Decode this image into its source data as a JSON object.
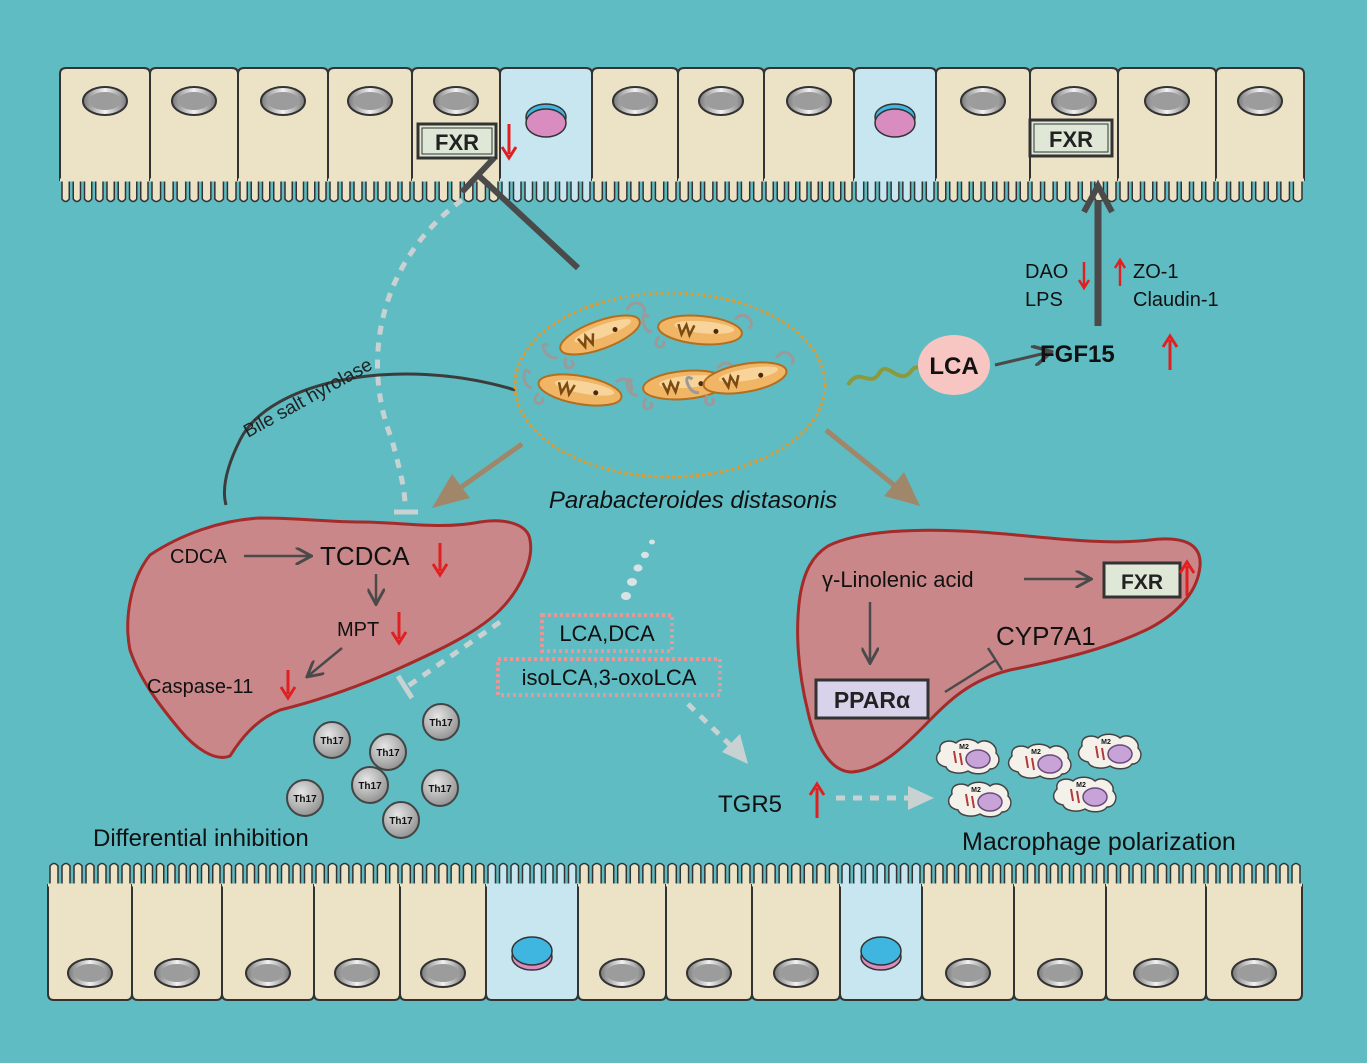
{
  "colors": {
    "background": "#5fbcc3",
    "epithelial_cell": "#ece3c7",
    "goblet_cell": "#c7e6f0",
    "liver_fill": "#c9878a",
    "liver_border": "#a52a2a",
    "up_down_arrow": "#e02020",
    "pathway_line": "#4a4a4a",
    "dashed_path": "#c8d2d2",
    "bacteria_ellipse": "#e39a2c",
    "lca_bubble": "#f7c6c2",
    "th17_cell": "#b7b7b7"
  },
  "top_epithelium": {
    "fxr_left": "FXR",
    "fxr_right": "FXR"
  },
  "bacteria": {
    "name": "Parabacteroides distasonis"
  },
  "pathway": {
    "bile_salt_hydrolase": "Bile salt hyrolase",
    "lca_bubble": "LCA",
    "fgf15": "FGF15",
    "dao": "DAO",
    "lps": "LPS",
    "zo1": "ZO-1",
    "claudin1": "Claudin-1"
  },
  "left_liver": {
    "cdca": "CDCA",
    "tcdca": "TCDCA",
    "mpt": "MPT",
    "caspase11": "Caspase-11"
  },
  "bile_acids": {
    "box1": "LCA,DCA",
    "box2": "isoLCA,3-oxoLCA"
  },
  "th17": {
    "label": "Th17",
    "caption": "Differential inhibition"
  },
  "right_liver": {
    "gamma_linolenic": "γ-Linolenic acid",
    "fxr": "FXR",
    "cyp7a1": "CYP7A1",
    "ppara": "PPARα"
  },
  "tgr5": "TGR5",
  "macrophage": {
    "label": "M2",
    "caption": "Macrophage polarization"
  }
}
